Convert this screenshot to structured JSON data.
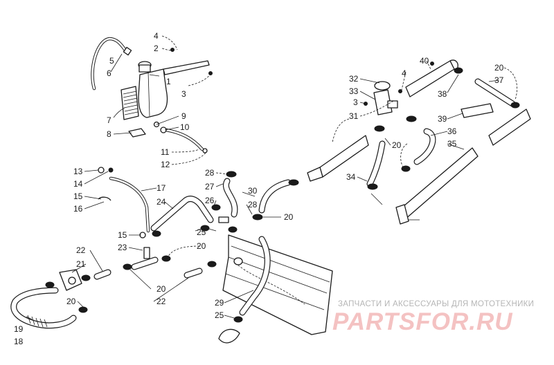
{
  "callouts": [
    "1",
    "2",
    "3",
    "4",
    "5",
    "6",
    "7",
    "8",
    "9",
    "10",
    "11",
    "12",
    "13",
    "14",
    "15",
    "16",
    "17",
    "18",
    "19",
    "20",
    "21",
    "22",
    "23",
    "24",
    "25",
    "26",
    "27",
    "28",
    "29",
    "30",
    "31",
    "32",
    "33",
    "34",
    "35",
    "36",
    "37",
    "38",
    "39",
    "40"
  ],
  "watermark": {
    "caption": "ЗАПЧАСТИ И АКСЕССУАРЫ ДЛЯ МОТОТЕХНИКИ",
    "logo": "PARTSFOR.RU"
  }
}
